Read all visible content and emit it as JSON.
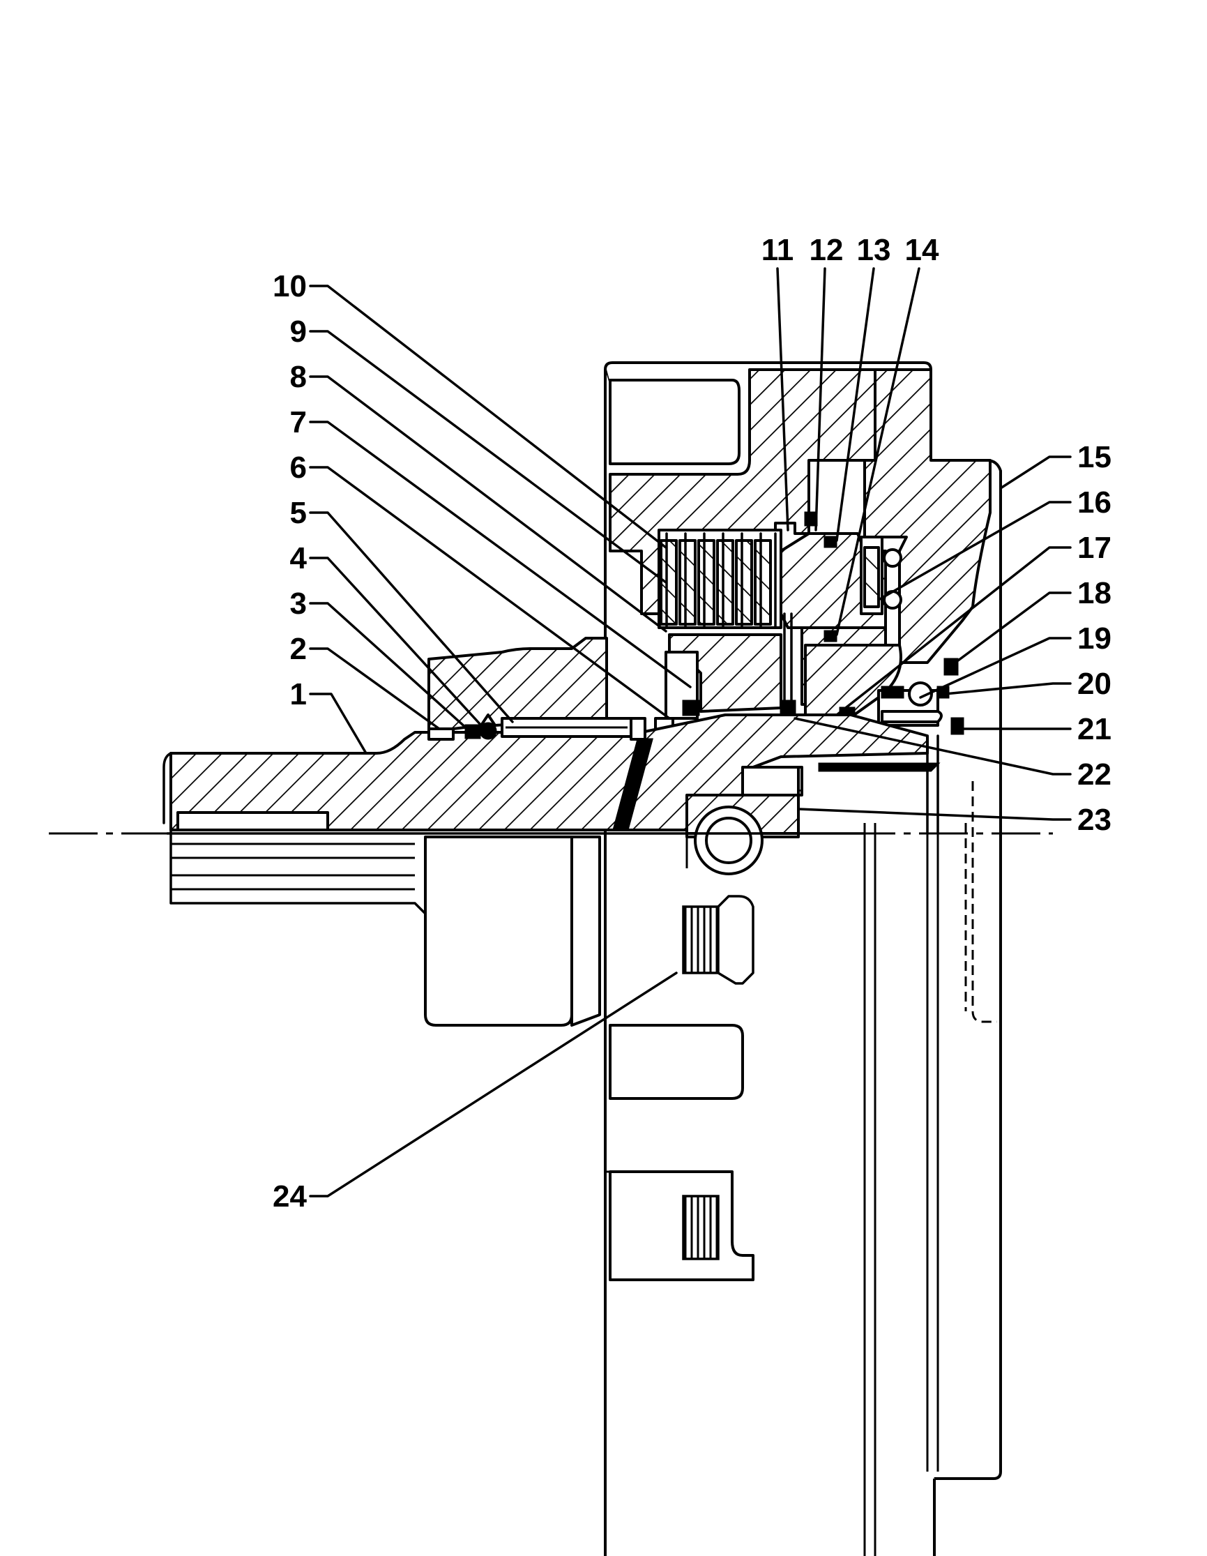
{
  "figure": {
    "labels": [
      "1",
      "2",
      "3",
      "4",
      "5",
      "6",
      "7",
      "8",
      "9",
      "10",
      "11",
      "12",
      "13",
      "14",
      "15",
      "16",
      "17",
      "18",
      "19",
      "20",
      "21",
      "22",
      "23",
      "24"
    ]
  },
  "colors": {
    "ink": "#000000",
    "paper": "#ffffff"
  }
}
